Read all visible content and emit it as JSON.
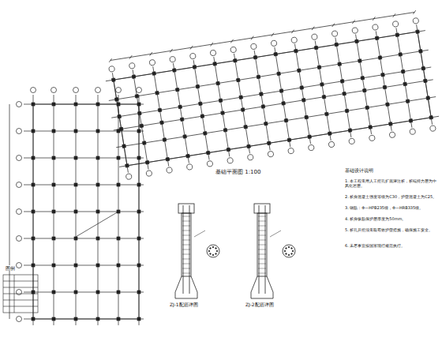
{
  "diagram": {
    "labels": [
      "基础平面图 1:100",
      "ZJ-1配筋详图",
      "ZJ-2配筋详图",
      "基础设计说明",
      "1. 本工程采用人工挖孔扩底灌注桩，桩端持力层为中风化岩层。",
      "2. 桩身混凝土强度等级为C30，护壁混凝土为C25。",
      "3. 钢筋：Φ—HPB235级，Φ—HRB335级。",
      "4. 桩身纵筋保护层厚度为50mm。",
      "5. 桩孔开挖须采取有效护壁措施，确保施工安全。",
      "6. 未尽事宜按国家现行规范执行。",
      "图例"
    ]
  }
}
